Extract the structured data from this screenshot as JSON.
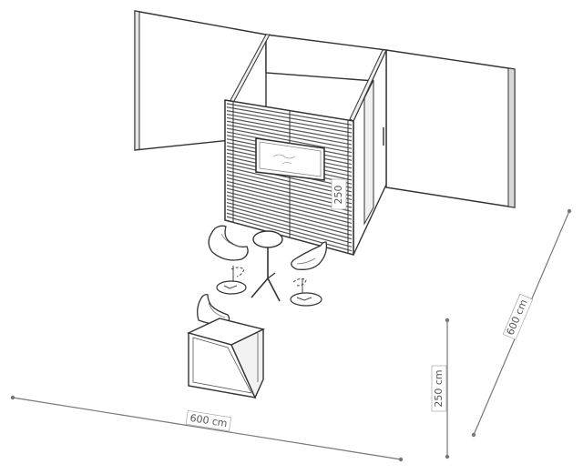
{
  "dimensions": {
    "width_label": "600 cm",
    "depth_label": "600 cm",
    "height_label": "250 cm",
    "booth_height_label": "250"
  },
  "colors": {
    "line": "#333333",
    "dim_line": "#777777",
    "panel": "#ffffff",
    "slat": "#555555"
  }
}
